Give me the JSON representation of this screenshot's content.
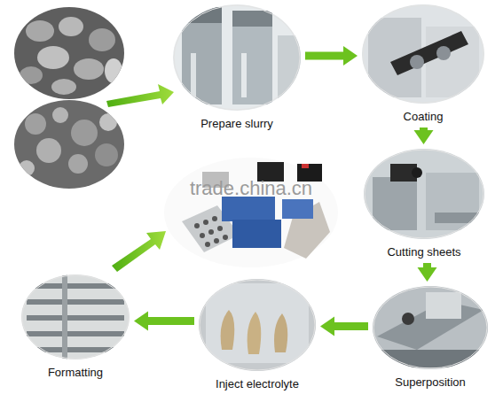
{
  "diagram": {
    "nodes": [
      {
        "text": [
          "Prepare slurry"
        ]
      },
      {
        "text": [
          "Coating"
        ]
      },
      {
        "text": [
          "Cutting sheets"
        ]
      },
      {
        "text": [
          "Superposition"
        ]
      },
      {
        "text": [
          "Inject electrolyte"
        ]
      },
      {
        "text": [
          "Formatting"
        ]
      }
    ],
    "edges": [
      {
        "from": 0,
        "to": 1,
        "arrow": "to"
      },
      {
        "from": 1,
        "to": 2,
        "arrow": "to"
      },
      {
        "from": 2,
        "to": 3,
        "arrow": "to"
      },
      {
        "from": 3,
        "to": 4,
        "arrow": "to"
      },
      {
        "from": 4,
        "to": 5,
        "arrow": "to"
      }
    ],
    "labels": [
      "trade.china.cn"
    ]
  }
}
